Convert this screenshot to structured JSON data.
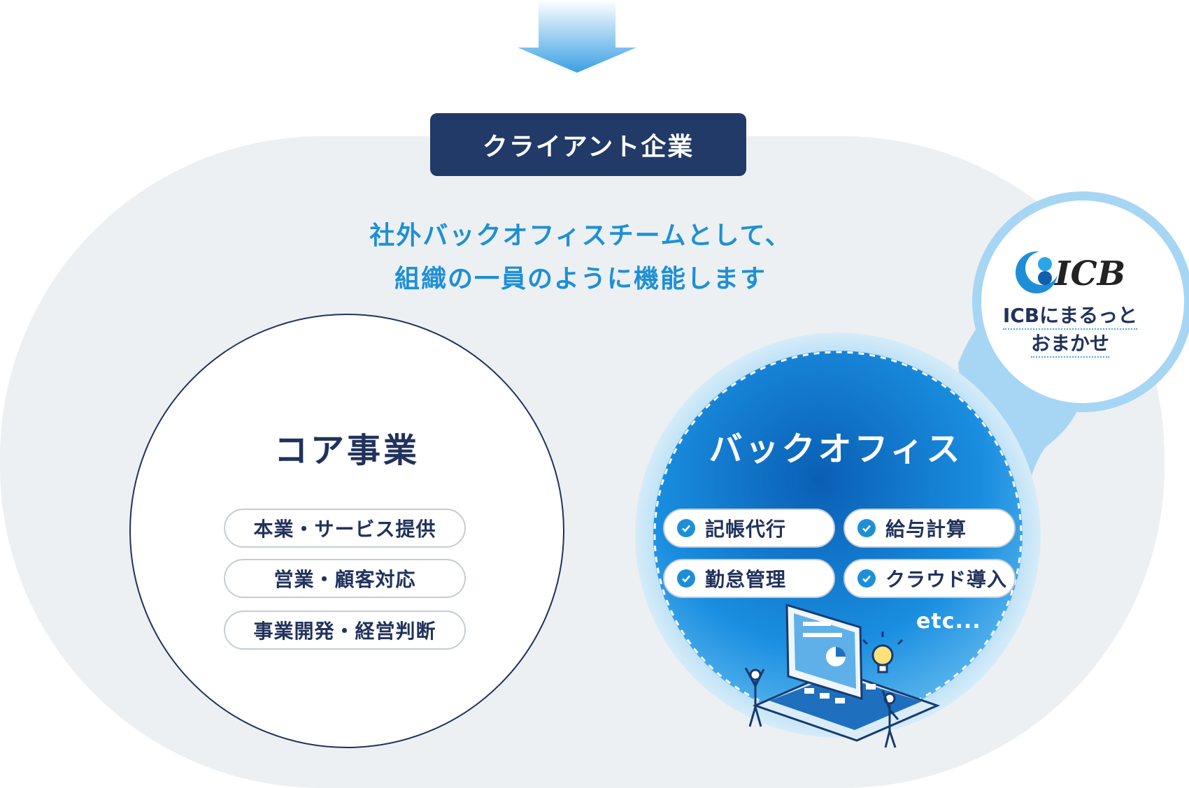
{
  "client_label": "クライアント企業",
  "headline": {
    "line1": "社外バックオフィスチームとして、",
    "line2": "組織の一員のように機能します"
  },
  "core": {
    "title": "コア事業",
    "items": [
      "本業・サービス提供",
      "営業・顧客対応",
      "事業開発・経営判断"
    ]
  },
  "backoffice": {
    "title": "バックオフィス",
    "items": [
      "記帳代行",
      "給与計算",
      "勤怠管理",
      "クラウド導入"
    ],
    "etc": "etc..."
  },
  "icb": {
    "logo_text": "ICB",
    "caption_line1": "ICBにまるっと",
    "caption_line2": "おまかせ"
  },
  "colors": {
    "navy": "#213a67",
    "accent_blue": "#1e8fd6",
    "background_shape": "#ecf0f2",
    "text_dark": "#21325c"
  }
}
